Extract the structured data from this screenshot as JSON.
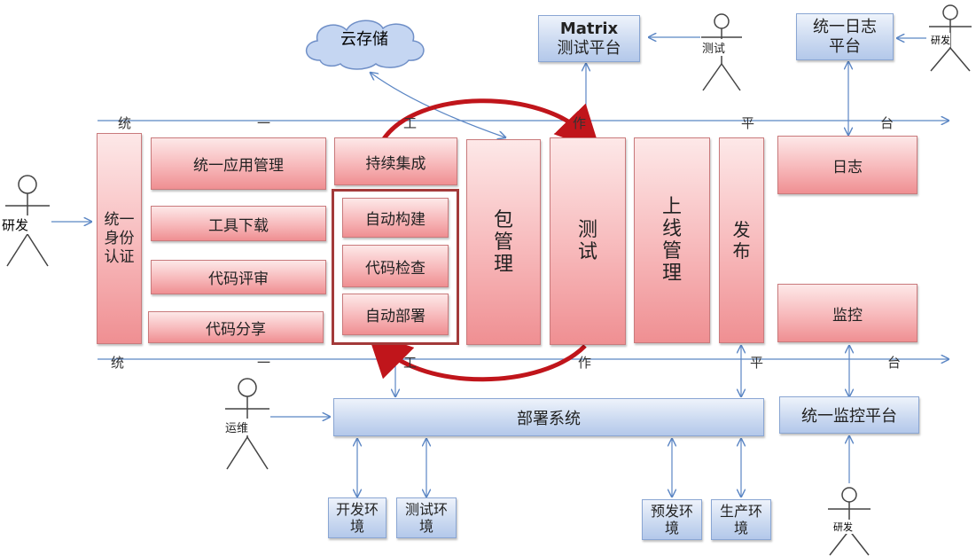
{
  "cloud": "云存储",
  "matrix": {
    "line1": "Matrix",
    "line2": "测试平台"
  },
  "log_platform": {
    "line1": "统一日志",
    "line2": "平台"
  },
  "platform_top": [
    "统",
    "一",
    "工",
    "作",
    "平",
    "台"
  ],
  "platform_bottom": [
    "统",
    "一",
    "工",
    "作",
    "平",
    "台"
  ],
  "auth": "统一身份认证",
  "tools": [
    "统一应用管理",
    "工具下载",
    "代码评审",
    "代码分享"
  ],
  "ci": {
    "title": "持续集成",
    "items": [
      "自动构建",
      "代码检查",
      "自动部署"
    ]
  },
  "columns": [
    "包管理",
    "测试",
    "上线管理",
    "发布"
  ],
  "log": "日志",
  "monitor": "监控",
  "deploy_system": "部署系统",
  "monitor_platform": "统一监控平台",
  "environments": [
    "开发环境",
    "测试环境",
    "预发环境",
    "生产环境"
  ],
  "actors": {
    "dev_left": "研发",
    "tester": "测试",
    "dev_top_right": "研发",
    "ops": "运维",
    "dev_bottom_right": "研发"
  }
}
